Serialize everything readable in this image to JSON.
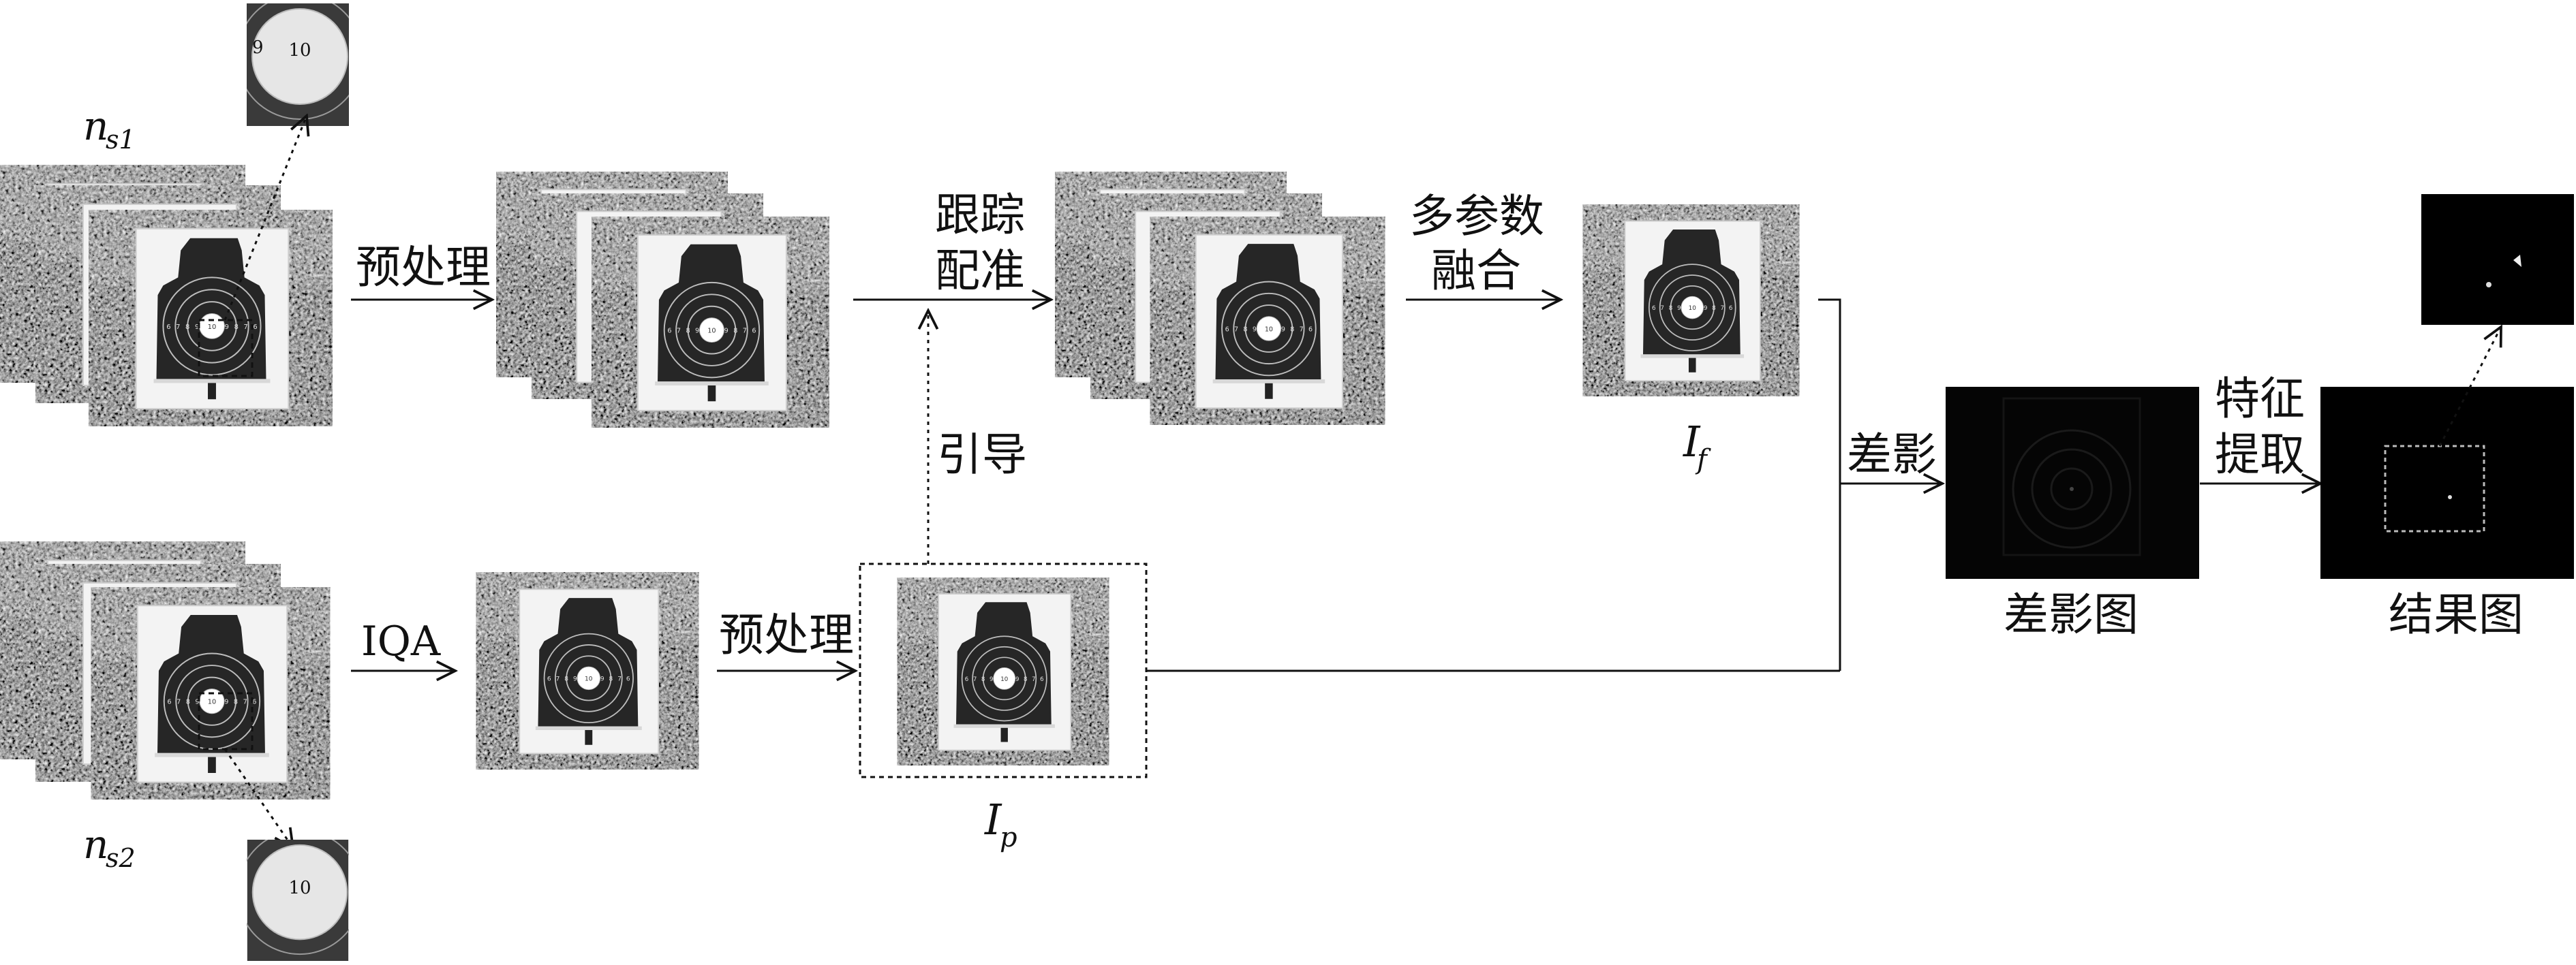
{
  "labels": {
    "ns1_main": "n",
    "ns1_sub": "s1",
    "ns2_main": "n",
    "ns2_sub": "s2",
    "preprocess_top": "预处理",
    "track_register_line1": "跟踪",
    "track_register_line2": "配准",
    "multi_param_line1": "多参数",
    "multi_param_line2": "融合",
    "guide": "引导",
    "If_main": "I",
    "If_sub": "f",
    "iqa": "IQA",
    "preprocess_bottom": "预处理",
    "Ip_main": "I",
    "Ip_sub": "p",
    "diff": "差影",
    "diff_map": "差影图",
    "feature_line1": "特征",
    "feature_line2": "提取",
    "result_map": "结果图",
    "zoom_score_top": "10",
    "zoom_score_bottom": "10",
    "zoom_side_num": "9"
  }
}
